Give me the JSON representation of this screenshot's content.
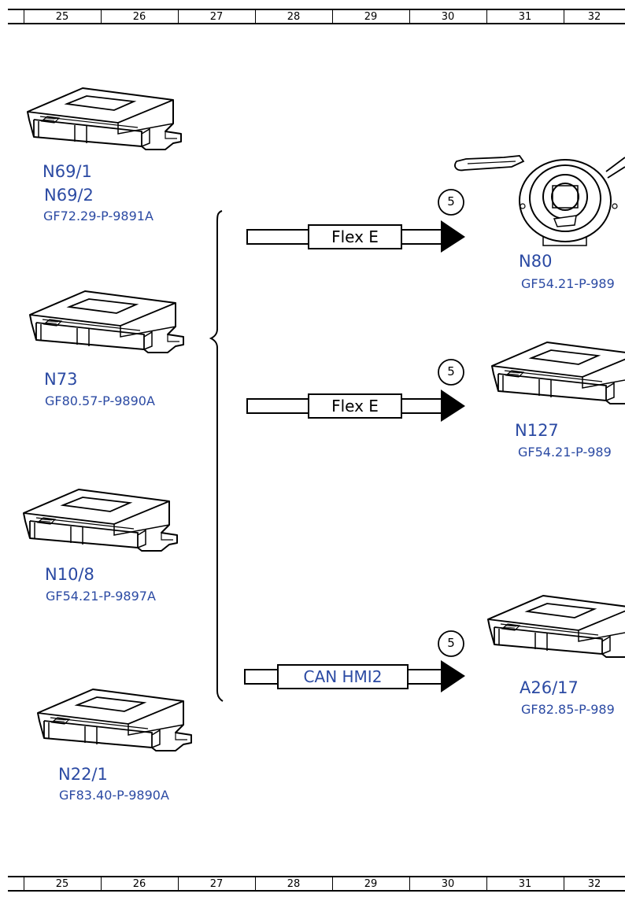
{
  "ruler": {
    "columns": [
      "25",
      "26",
      "27",
      "28",
      "29",
      "30",
      "31",
      "32"
    ]
  },
  "left_modules": [
    {
      "ids": [
        "N69/1",
        "N69/2"
      ],
      "ref": "GF72.29-P-9891A"
    },
    {
      "ids": [
        "N73"
      ],
      "ref": "GF80.57-P-9890A"
    },
    {
      "ids": [
        "N10/8"
      ],
      "ref": "GF54.21-P-9897A"
    },
    {
      "ids": [
        "N22/1"
      ],
      "ref": "GF83.40-P-9890A"
    }
  ],
  "buses": [
    {
      "label": "Flex E",
      "marker": "5",
      "color": "#000000"
    },
    {
      "label": "Flex E",
      "marker": "5",
      "color": "#000000"
    },
    {
      "label": "CAN HMI2",
      "marker": "5",
      "color": "#2b4aa3"
    }
  ],
  "right_modules": [
    {
      "id": "N80",
      "ref": "GF54.21-P-989",
      "icon": "steering-column-switch-icon"
    },
    {
      "id": "N127",
      "ref": "GF54.21-P-989",
      "icon": "control-unit-icon"
    },
    {
      "id": "A26/17",
      "ref": "GF82.85-P-989",
      "icon": "control-unit-icon"
    }
  ],
  "colors": {
    "label": "#2b4aa3",
    "line": "#000000"
  }
}
